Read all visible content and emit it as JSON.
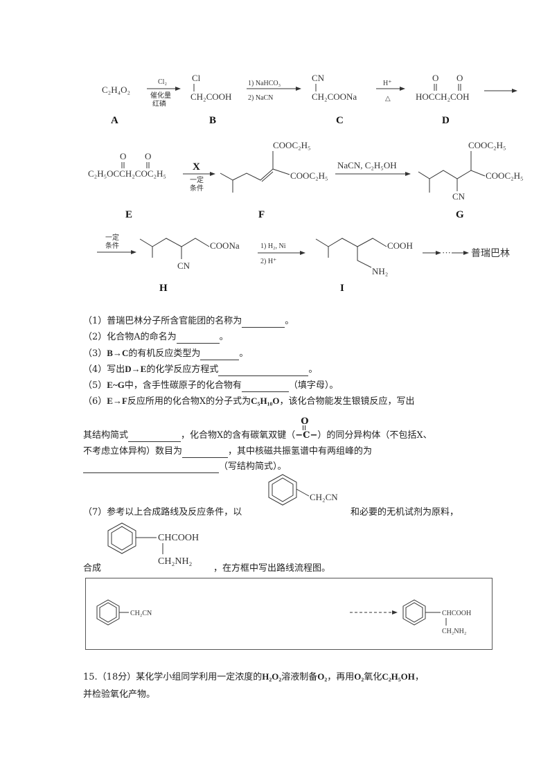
{
  "scheme": {
    "row1": {
      "A": {
        "formula": "C₂H₄O₂",
        "label": "A"
      },
      "arrowAB": {
        "top": "Cl₂",
        "bottom1": "催化量",
        "bottom2": "红磷"
      },
      "B": {
        "sub": "Cl",
        "main": "CH₂COOH",
        "label": "B"
      },
      "arrowBC": {
        "top": "1) NaHCO₃",
        "bottom": "2) NaCN"
      },
      "C": {
        "sub": "CN",
        "main": "CH₂COONa",
        "label": "C"
      },
      "arrowCD": {
        "top": "H⁺",
        "bottom": "△"
      },
      "D": {
        "o1": "O",
        "o2": "O",
        "main": "HOCCH₂COH",
        "label": "D"
      }
    },
    "row2": {
      "E": {
        "o1": "O",
        "o2": "O",
        "main": "C₂H₅OCCH₂COC₂H₅",
        "label": "E"
      },
      "arrowEF": {
        "top": "X",
        "bottom1": "一定",
        "bottom2": "条件"
      },
      "F": {
        "top": "COOC₂H₅",
        "right": "COOC₂H₅",
        "label": "F"
      },
      "arrowFG": {
        "top": "NaCN, C₂H₅OH"
      },
      "G": {
        "top": "COOC₂H₅",
        "right": "COOC₂H₅",
        "bottom": "CN",
        "label": "G"
      }
    },
    "row3": {
      "arrowGH": {
        "top1": "一定",
        "top2": "条件"
      },
      "H": {
        "right": "COONa",
        "bottom": "CN",
        "label": "H"
      },
      "arrowHI": {
        "top": "1) H₂, Ni",
        "bottom": "2) H⁺"
      },
      "I": {
        "right": "COOH",
        "bottom": "NH₂",
        "label": "I"
      },
      "dots": "···",
      "product": "普瑞巴林"
    }
  },
  "questions": {
    "q1": {
      "text": "（1）普瑞巴林分子所含官能团的名称为",
      "end": "。"
    },
    "q2": {
      "text": "（2）化合物A的命名为",
      "end": "。"
    },
    "q3": {
      "pre": "（3）",
      "bold": "B→C",
      "text": "的有机反应类型为",
      "end": "。"
    },
    "q4": {
      "pre": "（4）写出",
      "bold": "D→E",
      "text": "的化学反应方程式",
      "end": "。"
    },
    "q5": {
      "pre": "（5）",
      "bold": "E~G",
      "text": "中，含手性碳原子的化合物有",
      "end": "（填字母）。"
    },
    "q6": {
      "pre": "（6）",
      "bold": "E→F",
      "text1": "反应所用的化合物X的分子式为",
      "formula": "C₅H₁₀O",
      "text2": "，该化合物能发生银镜反应，写出",
      "line2a": "其结构简式",
      "line2b": "，化合物X的含有碳氧双键（",
      "carbonylO": "O",
      "carbonyl": "−C−",
      "line2c": "）的同分异构体（不包括X、",
      "line3a": "不考虑立体异构）数目为",
      "line3b": "，其中核磁共振氢谱中有两组峰的为",
      "line4": "（写结构简式）。"
    },
    "q7": {
      "text1": "（7）参考以上合成路线及反应条件，以",
      "reagent": "CH₂CN",
      "text2": "和必要的无机试剂为原料，",
      "pre": "合成",
      "target1": "CHCOOH",
      "target2": "CH₂NH₂",
      "text3": "，在方框中写出路线流程图。"
    },
    "box": {
      "start": "CH₂CN",
      "end1": "CHCOOH",
      "end2": "CH₂NH₂"
    },
    "q15": {
      "text1": "15.（18分）某化学小组同学利用一定浓度的",
      "h2o2": "H₂O₂",
      "text2": "溶液制备",
      "o2a": "O₂",
      "text3": "，再用",
      "o2b": "O₂",
      "text4": "氧化",
      "ethanol": "C₂H₅OH",
      "text5": "，",
      "line2": "并检验氧化产物。"
    }
  }
}
